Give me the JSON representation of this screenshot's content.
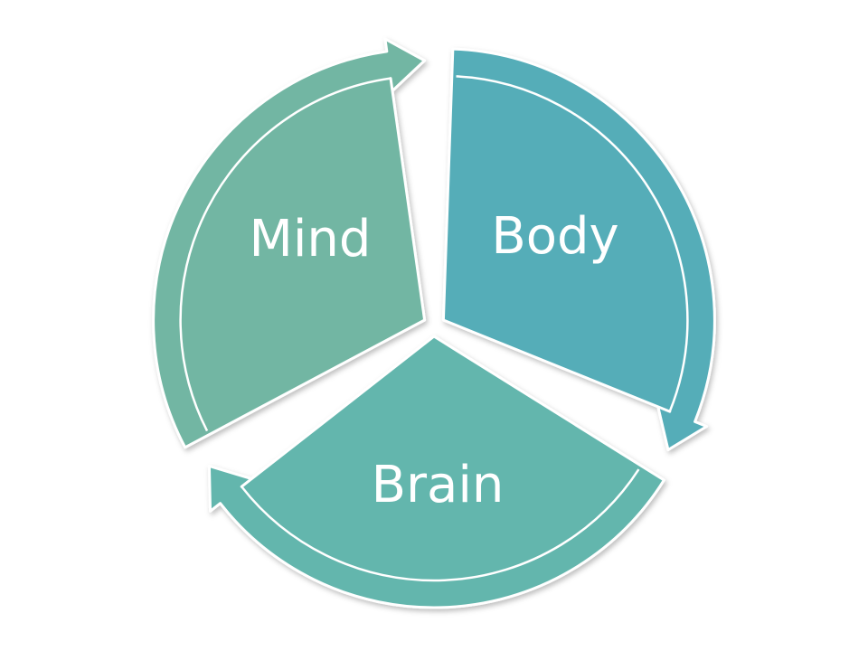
{
  "diagram": {
    "type": "cycle",
    "segments": [
      {
        "label": "Mind",
        "color": "#72b6a3",
        "arrow_direction": "clockwise"
      },
      {
        "label": "Body",
        "color": "#54adb8",
        "arrow_direction": "clockwise"
      },
      {
        "label": "Brain",
        "color": "#63b6ad",
        "arrow_direction": "clockwise"
      }
    ]
  }
}
